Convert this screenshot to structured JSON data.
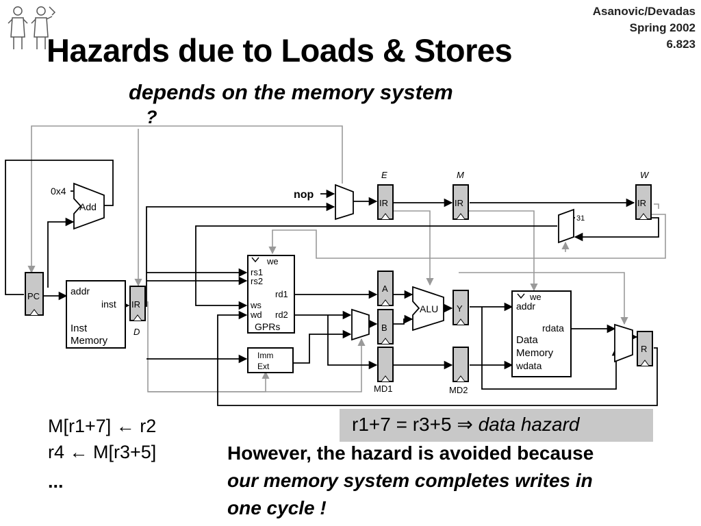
{
  "header": {
    "author": "Asanovic/Devadas",
    "term": "Spring 2002",
    "course": "6.823"
  },
  "title": "Hazards due to Loads & Stores",
  "subtitle": "depends on the memory system",
  "diagram": {
    "question": "?",
    "nop": "nop",
    "const_0x4": "0x4",
    "add": "Add",
    "pc": "PC",
    "inst_mem_addr": "addr",
    "inst_mem_inst": "inst",
    "inst_mem_name_1": "Inst",
    "inst_mem_name_2": "Memory",
    "ir": "IR",
    "stage_d": "D",
    "stage_e": "E",
    "stage_m": "M",
    "stage_w": "W",
    "gpr_we": "we",
    "gpr_rs1": "rs1",
    "gpr_rs2": "rs2",
    "gpr_rd1": "rd1",
    "gpr_ws": "ws",
    "gpr_wd": "wd",
    "gpr_rd2": "rd2",
    "gpr_name": "GPRs",
    "imm_1": "Imm",
    "imm_2": "Ext",
    "reg_a": "A",
    "reg_b": "B",
    "alu": "ALU",
    "reg_y": "Y",
    "reg_md1": "MD1",
    "reg_md2": "MD2",
    "dmem_we": "we",
    "dmem_addr": "addr",
    "dmem_rdata": "rdata",
    "dmem_name_1": "Data",
    "dmem_name_2": "Memory",
    "dmem_wdata": "wdata",
    "reg_r": "R",
    "const_31": "31"
  },
  "code": {
    "line1": "M[r1+7] ← r2",
    "line2": "r4 ← M[r3+5]",
    "line3": "..."
  },
  "hazard": {
    "lhs": "r1+7 = r3+5 ⇒ ",
    "rhs": "data hazard"
  },
  "note": {
    "line1": "However, the hazard is avoided because",
    "line2": "our memory system completes writes in",
    "line3": "one cycle !"
  }
}
